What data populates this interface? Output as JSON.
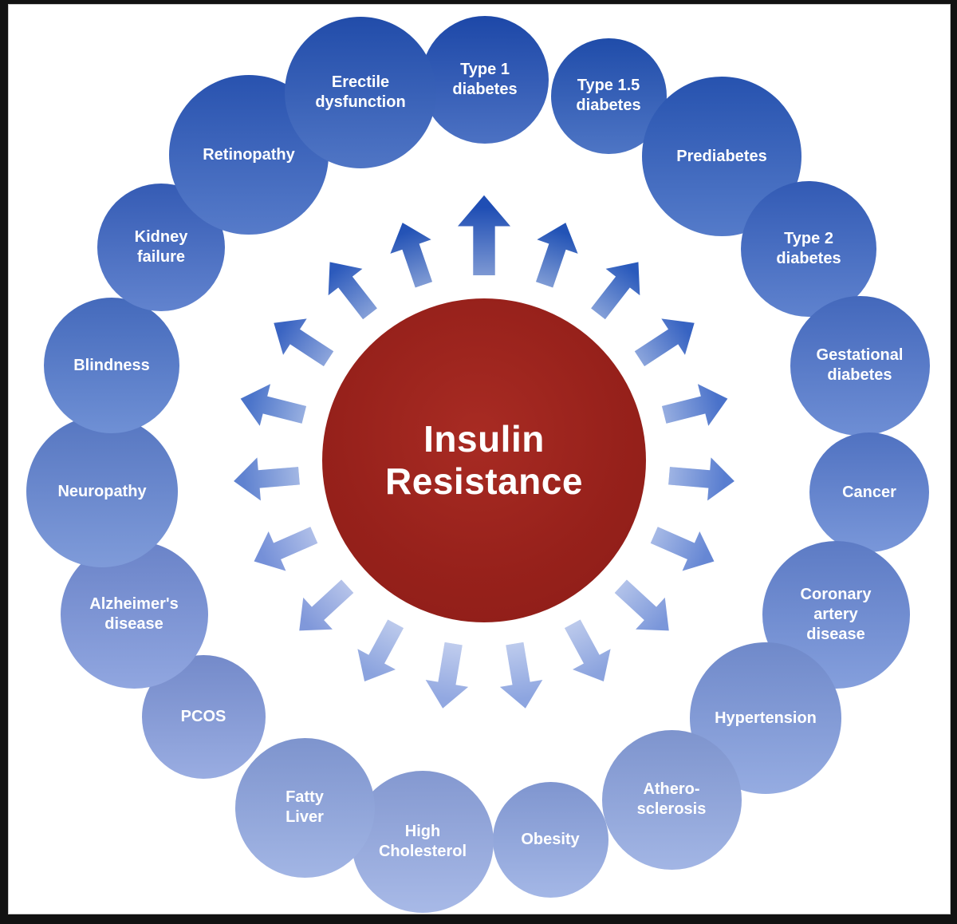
{
  "diagram": {
    "center": {
      "label": "Insulin\nResistance",
      "color": "#97211b"
    },
    "nodes": [
      {
        "label": "Type 1\ndiabetes",
        "color": "#1f4eb4"
      },
      {
        "label": "Type 1.5\ndiabetes",
        "color": "#2253b6"
      },
      {
        "label": "Prediabetes",
        "color": "#2a5abc"
      },
      {
        "label": "Type 2\ndiabetes",
        "color": "#3763c2"
      },
      {
        "label": "Gestational\ndiabetes",
        "color": "#4a72ca"
      },
      {
        "label": "Cancer",
        "color": "#587dd0"
      },
      {
        "label": "Coronary\nartery\ndisease",
        "color": "#6687d4"
      },
      {
        "label": "Hypertension",
        "color": "#7b97da"
      },
      {
        "label": "Athero-\nsclerosis",
        "color": "#8ba3de"
      },
      {
        "label": "Obesity",
        "color": "#8da5e0"
      },
      {
        "label": "High\nCholesterol",
        "color": "#92a8e1"
      },
      {
        "label": "Fatty\nLiver",
        "color": "#8ba3de"
      },
      {
        "label": "PCOS",
        "color": "#8098da"
      },
      {
        "label": "Alzheimer's\ndisease",
        "color": "#7590d8"
      },
      {
        "label": "Neuropathy",
        "color": "#5f82d0"
      },
      {
        "label": "Blindness",
        "color": "#4b74ca"
      },
      {
        "label": "Kidney\nfailure",
        "color": "#3a64c2"
      },
      {
        "label": "Retinopathy",
        "color": "#2c5abc"
      },
      {
        "label": "Erectile\ndysfunction",
        "color": "#2453b6"
      }
    ]
  }
}
